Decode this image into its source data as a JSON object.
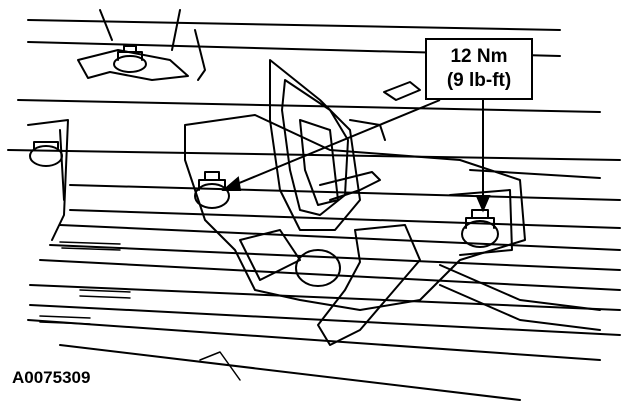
{
  "callout": {
    "line1": "12 Nm",
    "line2": "(9 lb-ft)"
  },
  "figure_id": "A0075309",
  "colors": {
    "line": "#000000",
    "background": "#ffffff"
  }
}
